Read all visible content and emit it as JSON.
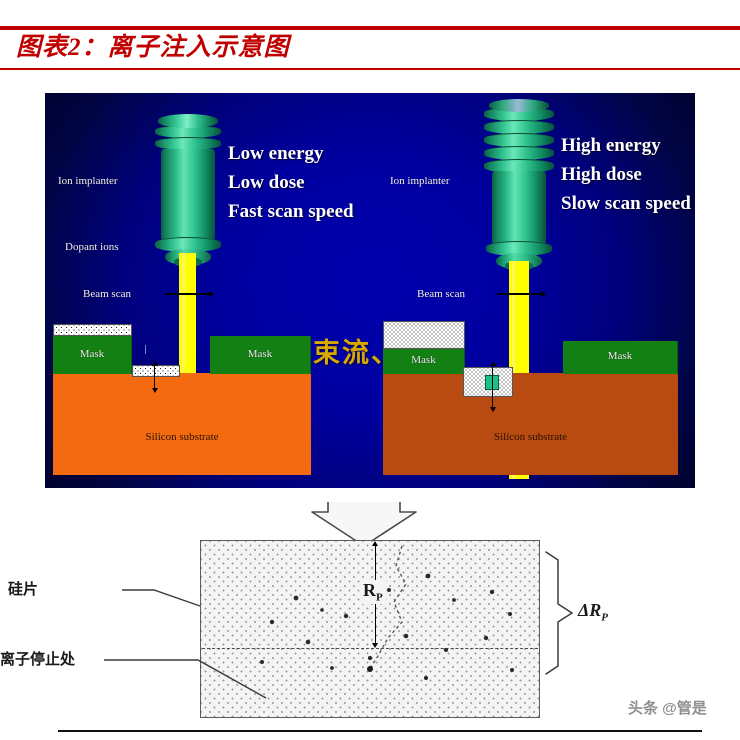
{
  "header": {
    "title": "图表2：离子注入示意图",
    "rule_color": "#c00000"
  },
  "top_figure": {
    "background_color": "#0000a0",
    "center_text": "束流、束斑",
    "center_text_color": "#d8a800",
    "panels": [
      {
        "id": "low-energy",
        "implanter_label": "Ion implanter",
        "dopant_label": "Dopant ions",
        "beam_scan_label": "Beam scan",
        "bullets": [
          "Low energy",
          "Low dose",
          "Fast scan speed"
        ],
        "mask_left_label": "Mask",
        "mask_right_label": "Mask",
        "substrate_label": "Silicon substrate",
        "substrate_color": "#f36a11",
        "mask_color": "#128012",
        "beam_color": "#ffff00",
        "implanter_color": "#2dbd8a",
        "ring_count": 2,
        "implant_depth": "shallow"
      },
      {
        "id": "high-energy",
        "implanter_label": "Ion implanter",
        "beam_scan_label": "Beam scan",
        "bullets": [
          "High energy",
          "High dose",
          "Slow scan speed"
        ],
        "mask_left_label": "Mask",
        "mask_right_label": "Mask",
        "substrate_label": "Silicon substrate",
        "substrate_color": "#b84a12",
        "mask_color": "#128012",
        "beam_color": "#ffff00",
        "implanter_color": "#2dbd8a",
        "ring_count": 5,
        "implant_depth": "deep"
      }
    ]
  },
  "bottom_figure": {
    "wafer_label": "硅片",
    "ion_stop_label": "离子停止处",
    "rp_symbol": "R",
    "rp_subscript": "P",
    "delta_rp_symbol": "ΔR",
    "delta_rp_subscript": "P"
  },
  "watermark": {
    "text": "头条 @管是"
  }
}
